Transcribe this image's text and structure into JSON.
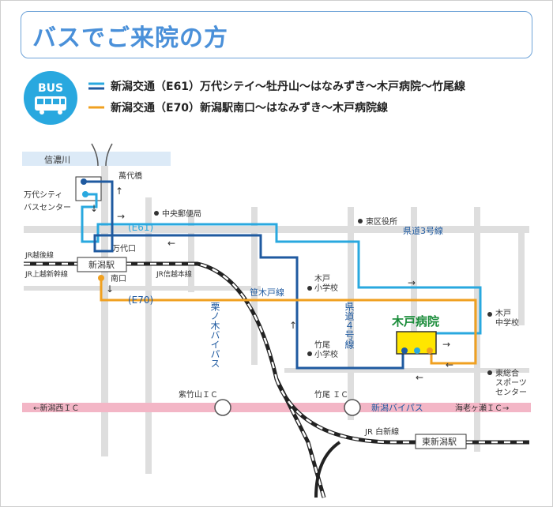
{
  "title": "バスでご来院の方",
  "legend": {
    "badge": "BUS",
    "routes": [
      {
        "code": "E61",
        "label": "新潟交通（E61）万代シテイ〜牡丹山〜はなみずき〜木戸病院〜竹尾線",
        "color": "#29a8df"
      },
      {
        "code": "E70",
        "label": "新潟交通（E70）新潟駅南口〜はなみずき〜木戸病院線",
        "color": "#f0a020"
      }
    ],
    "e61_return_color": "#1f5aa0"
  },
  "labels": {
    "river": "信濃川",
    "bridge": "萬代橋",
    "bandai_center_1": "万代シティ",
    "bandai_center_2": "バスセンター",
    "post_office": "中央郵便局",
    "east_ward_office": "東区役所",
    "prefectural_road_3": "県道3号線",
    "route_e61": "(E61)",
    "route_e70": "(E70)",
    "bandai_guchi": "万代口",
    "niigata_station": "新潟駅",
    "minami_guchi": "南口",
    "jr_echigo": "JR越後線",
    "jr_joetsu": "JR上越新幹線",
    "jr_shinetsu": "JR信越本線",
    "sasakido_line": "笹木戸線",
    "kurinoki_bypass": "栗ノ木バイパス",
    "kido_elem_1": "木戸",
    "kido_elem_2": "小学校",
    "takeo_elem_1": "竹尾",
    "takeo_elem_2": "小学校",
    "prefectural_road_4": "県道４号線",
    "hospital": "木戸病院",
    "kido_jhs_1": "木戸",
    "kido_jhs_2": "中学校",
    "sports_center_1": "東総合",
    "sports_center_2": "スポーツ",
    "sports_center_3": "センター",
    "shiwaka_ic": "紫竹山ＩＣ",
    "takeo_ic": "竹尾 ＩＣ",
    "nishi_ic": "←新潟西ＩＣ",
    "niigata_bypass": "新潟バイパス",
    "ebigase_ic": "海老ヶ瀬ＩＣ→",
    "jr_hakushin": "JR 白新線",
    "higashi_niigata": "東新潟駅"
  }
}
